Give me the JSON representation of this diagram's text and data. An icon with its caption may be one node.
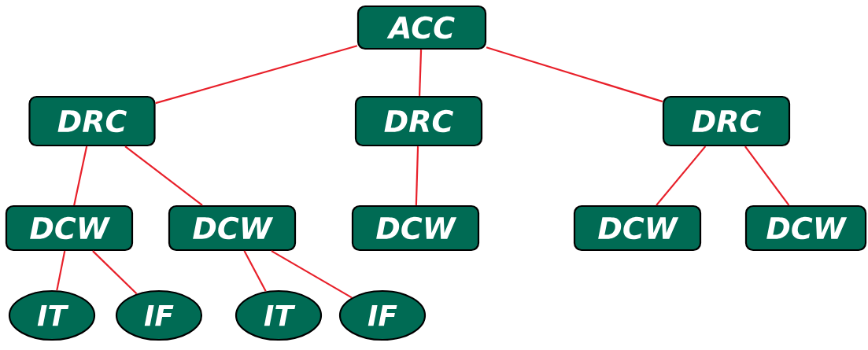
{
  "diagram": {
    "nodes": [
      {
        "text": [
          "ACC"
        ]
      },
      {
        "text": [
          "DRC"
        ]
      },
      {
        "text": [
          "DRC"
        ]
      },
      {
        "text": [
          "DRC"
        ]
      },
      {
        "text": [
          "DCW"
        ]
      },
      {
        "text": [
          "DCW"
        ]
      },
      {
        "text": [
          "DCW"
        ]
      },
      {
        "text": [
          "DCW"
        ]
      },
      {
        "text": [
          "DCW"
        ]
      },
      {
        "text": [
          "IT"
        ]
      },
      {
        "text": [
          "IF"
        ]
      },
      {
        "text": [
          "IT"
        ]
      },
      {
        "text": [
          "IF"
        ]
      }
    ],
    "edges": [
      {
        "from": 0,
        "to": 1,
        "arrow": "none"
      },
      {
        "from": 0,
        "to": 2,
        "arrow": "none"
      },
      {
        "from": 0,
        "to": 3,
        "arrow": "none"
      },
      {
        "from": 1,
        "to": 4,
        "arrow": "none"
      },
      {
        "from": 1,
        "to": 5,
        "arrow": "none"
      },
      {
        "from": 2,
        "to": 6,
        "arrow": "none"
      },
      {
        "from": 3,
        "to": 7,
        "arrow": "none"
      },
      {
        "from": 3,
        "to": 8,
        "arrow": "none"
      },
      {
        "from": 4,
        "to": 9,
        "arrow": "none"
      },
      {
        "from": 4,
        "to": 10,
        "arrow": "none"
      },
      {
        "from": 5,
        "to": 11,
        "arrow": "none"
      },
      {
        "from": 5,
        "to": 12,
        "arrow": "none"
      }
    ]
  }
}
